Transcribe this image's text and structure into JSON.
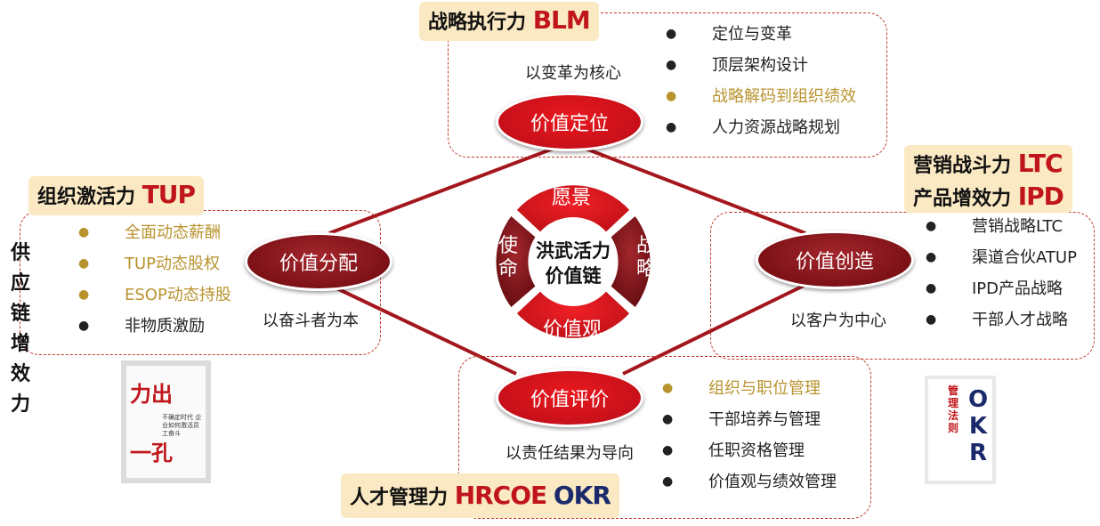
{
  "center": {
    "line1": "洪武活力",
    "line2": "价值链"
  },
  "ring": {
    "top": "愿景",
    "right_1": "战",
    "right_2": "略",
    "bottom": "价值观",
    "left_1": "使",
    "left_2": "命"
  },
  "nodes": {
    "top": "价值定位",
    "left": "价值分配",
    "right": "价值创造",
    "bottom": "价值评价"
  },
  "captions": {
    "top": "以变革为核心",
    "left": "以奋斗者为本",
    "right": "以客户为中心",
    "bottom": "以责任结果为导向"
  },
  "tags": {
    "blm": {
      "text": "战略执行力",
      "brand": "BLM"
    },
    "tup": {
      "text": "组织激活力",
      "brand": "TUP"
    },
    "ltc": {
      "text": "营销战斗力",
      "brand": "LTC"
    },
    "ipd": {
      "text": "产品增效力",
      "brand": "IPD"
    },
    "hr": {
      "text": "人才管理力",
      "brand1": "HRCOE",
      "brand2": "OKR"
    }
  },
  "lists": {
    "top": [
      "定位与变革",
      "顶层架构设计",
      "战略解码到组织绩效",
      "人力资源战略规划"
    ],
    "left": [
      "全面动态薪酬",
      "TUP动态股权",
      "ESOP动态持股",
      "非物质激励"
    ],
    "right": [
      "营销战略LTC",
      "渠道合伙ATUP",
      "IPD产品战略",
      "干部人才战略"
    ],
    "bottom": [
      "组织与职位管理",
      "干部培养与管理",
      "任职资格管理",
      "价值观与绩效管理"
    ]
  },
  "side_label": [
    "供",
    "应",
    "链",
    "增",
    "效",
    "力"
  ],
  "books": {
    "left": {
      "title1": "力出",
      "title2": "一孔",
      "subtitle": "不确定时代 企业如何激活员工奋斗"
    },
    "right": {
      "title": "OKR",
      "side": "管理法则"
    }
  },
  "colors": {
    "accent_red": "#c0161b",
    "dark_red": "#7a1015",
    "gold": "#b8932e",
    "tag_bg": "#fbe9c3",
    "navy": "#1a2a6c"
  }
}
